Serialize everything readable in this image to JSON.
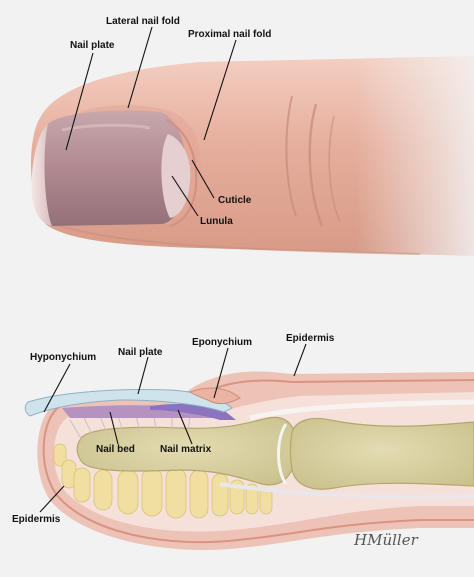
{
  "top_figure": {
    "labels": {
      "lateral_nail_fold": "Lateral nail fold",
      "proximal_nail_fold": "Proximal nail fold",
      "nail_plate": "Nail plate",
      "cuticle": "Cuticle",
      "lunula": "Lunula"
    }
  },
  "bottom_figure": {
    "labels": {
      "hyponychium": "Hyponychium",
      "nail_plate": "Nail plate",
      "eponychium": "Eponychium",
      "epidermis_top": "Epidermis",
      "nail_bed": "Nail bed",
      "nail_matrix": "Nail matrix",
      "epidermis_bottom": "Epidermis"
    },
    "signature": "HMüller"
  },
  "colors": {
    "background": "#f2f2f2",
    "skin": "#e9b6a6",
    "nail": "#b79298",
    "bone": "#d8d1a3",
    "fat": "#f0dfa0",
    "nail_blue": "#cfe3ec",
    "matrix_purple": "#9a86c4"
  }
}
